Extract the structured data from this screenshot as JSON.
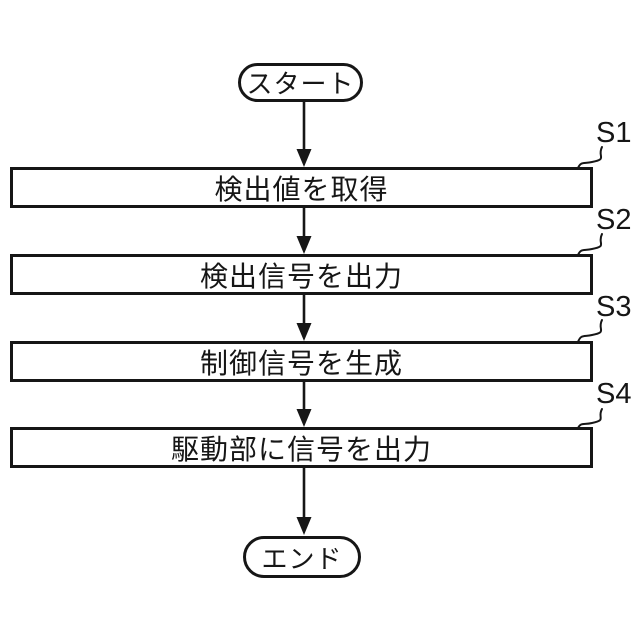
{
  "flowchart": {
    "start_label": "スタート",
    "end_label": "エンド",
    "steps": [
      {
        "id": "S1",
        "label": "検出値を取得"
      },
      {
        "id": "S2",
        "label": "検出信号を出力"
      },
      {
        "id": "S3",
        "label": "制御信号を生成"
      },
      {
        "id": "S4",
        "label": "駆動部に信号を出力"
      }
    ],
    "line_color": "#161616",
    "background_color": "#ffffff"
  }
}
